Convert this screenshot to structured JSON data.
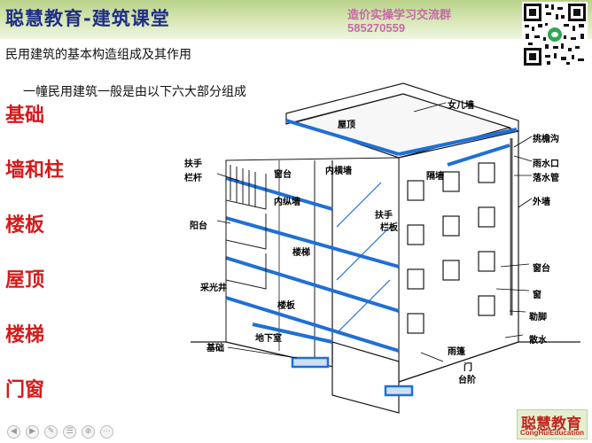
{
  "header": {
    "brand_title": "聪慧教育-建筑课堂",
    "qq_group_label": "造价实操学习交流群",
    "qq_group_number": "585270559"
  },
  "slide": {
    "subtitle": "民用建筑的基本构造组成及其作用",
    "intro": "一幢民用建筑一般是由以下六大部分组成",
    "parts": [
      "基础",
      "墙和柱",
      "楼板",
      "屋顶",
      "楼梯",
      "门窗"
    ]
  },
  "diagram": {
    "labels": {
      "roof": "屋顶",
      "parapet": "女儿墙",
      "gutter": "挑檐沟",
      "rain_outlet": "雨水口",
      "downpipe": "落水管",
      "exterior_wall": "外墙",
      "handrail_top": "扶手",
      "railing": "栏杆",
      "window_sill_top": "窗台",
      "interior_cross_wall": "内横墙",
      "partition_wall": "隔墙",
      "interior_long_wall": "内纵墙",
      "handrail_stair": "扶手",
      "balustrade": "栏板",
      "balcony": "阳台",
      "stair": "楼梯",
      "window_sill": "窗台",
      "window": "窗",
      "light_well": "采光井",
      "floor_slab": "楼板",
      "plinth": "勒脚",
      "apron": "散水",
      "canopy": "雨篷",
      "foundation": "基础",
      "basement": "地下室",
      "door": "门",
      "steps": "台阶"
    }
  },
  "footer": {
    "logo_cn": "聪慧教育",
    "logo_en": "CongHuiEducation"
  },
  "colors": {
    "header_green": "#b9d28a",
    "brand_blue": "#1f2f86",
    "part_red": "#d41b1b",
    "structure_blue": "#1f6fd6",
    "qq_pink": "#c46aa8"
  }
}
